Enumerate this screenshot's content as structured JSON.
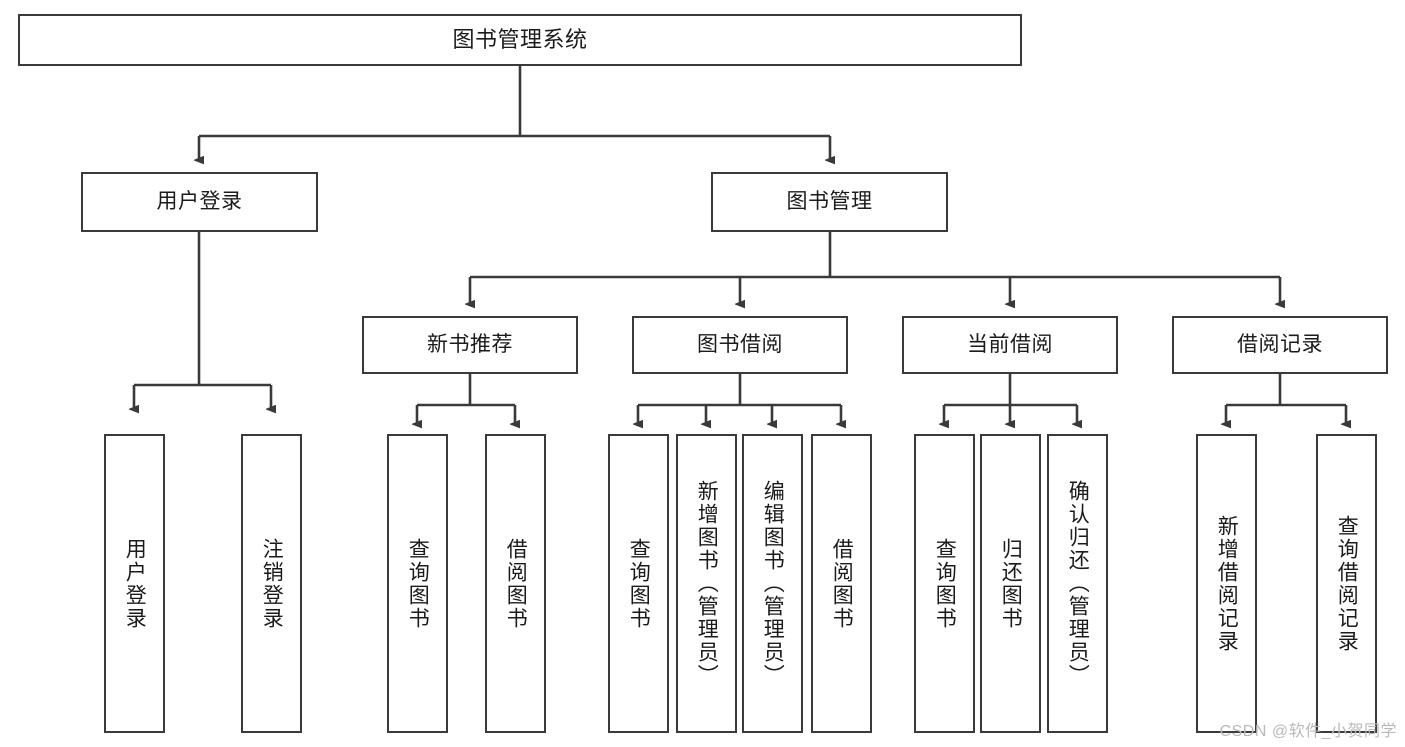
{
  "diagram": {
    "title": "图书管理系统",
    "type": "tree-hierarchy",
    "style": {
      "box_border": "#3a3a3a",
      "box_fill": "#ffffff",
      "line": "#3a3a3a",
      "text": "#1b1b1b",
      "background": "#ffffff"
    },
    "root": {
      "label": "图书管理系统"
    },
    "level2": [
      {
        "label": "用户登录"
      },
      {
        "label": "图书管理"
      }
    ],
    "level3": [
      {
        "label": "新书推荐"
      },
      {
        "label": "图书借阅"
      },
      {
        "label": "当前借阅"
      },
      {
        "label": "借阅记录"
      }
    ],
    "leaves": {
      "user_login": [
        {
          "label": "用户登录"
        },
        {
          "label": "注销登录"
        }
      ],
      "new_book_recommend": [
        {
          "label": "查询图书"
        },
        {
          "label": "借阅图书"
        }
      ],
      "book_borrow": [
        {
          "label": "查询图书"
        },
        {
          "label": "新增图书（管理员）"
        },
        {
          "label": "编辑图书（管理员）"
        },
        {
          "label": "借阅图书"
        }
      ],
      "current_borrow": [
        {
          "label": "查询图书"
        },
        {
          "label": "归还图书"
        },
        {
          "label": "确认归还（管理员）"
        }
      ],
      "borrow_records": [
        {
          "label": "新增借阅记录"
        },
        {
          "label": "查询借阅记录"
        }
      ]
    }
  },
  "watermark": {
    "text": "CSDN @软件_小贺同学"
  }
}
